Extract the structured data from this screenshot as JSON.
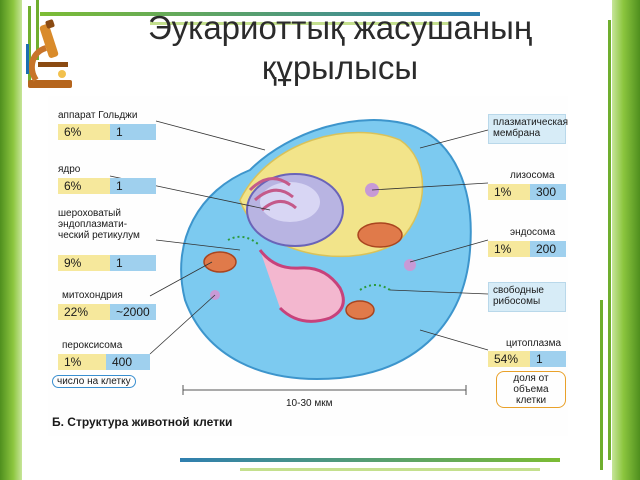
{
  "title_line1": "Эукариоттық жасушаның",
  "title_line2": "құрылысы",
  "left_labels": [
    {
      "name": "аппарат Гольджи",
      "pct": "6%",
      "count": "1"
    },
    {
      "name": "ядро",
      "pct": "6%",
      "count": "1"
    },
    {
      "name": "шероховатый эндоплазмати-ческий ретикулум",
      "l1": "шероховатый",
      "l2": "эндоплазмати-",
      "l3": "ческий ретикулум",
      "pct": "9%",
      "count": "1"
    },
    {
      "name": "митохондрия",
      "pct": "22%",
      "count": "~2000"
    },
    {
      "name": "пероксисома",
      "pct": "1%",
      "count": "400"
    }
  ],
  "right_labels": [
    {
      "l1": "плазматическая",
      "l2": "мембрана"
    },
    {
      "name": "лизосома",
      "pct": "1%",
      "count": "300"
    },
    {
      "name": "эндосома",
      "pct": "1%",
      "count": "200"
    },
    {
      "l1": "свободные",
      "l2": "рибосомы"
    },
    {
      "name": "цитоплазма",
      "pct": "54%",
      "count": "1"
    }
  ],
  "legend_count": "число на клетку",
  "legend_volume_l1": "доля от",
  "legend_volume_l2": "объема клетки",
  "scale_label": "10-30 мкм",
  "caption": "Б. Структура животной клетки",
  "colors": {
    "frame_green": "#8cc63f",
    "pct_yellow": "#f6e89c",
    "count_blue": "#9fd0ee",
    "cell_blue": "#6cc0ec"
  }
}
